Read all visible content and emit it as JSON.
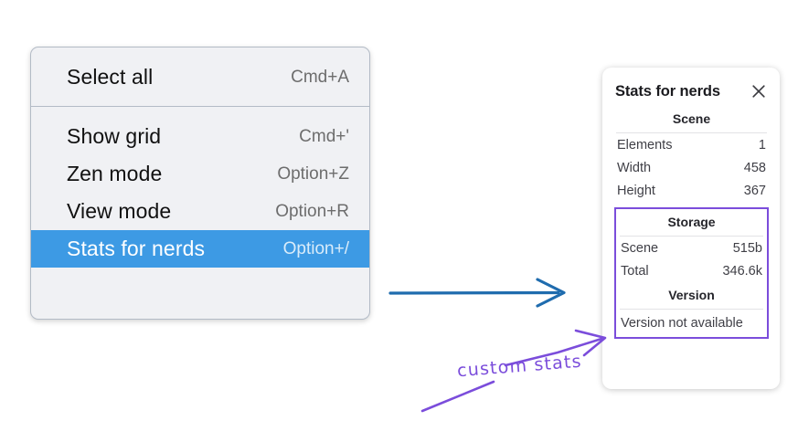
{
  "context_menu": {
    "groups": [
      {
        "items": [
          {
            "label": "Select all",
            "shortcut": "Cmd+A",
            "selected": false
          }
        ]
      },
      {
        "items": [
          {
            "label": "Show grid",
            "shortcut": "Cmd+'",
            "selected": false
          },
          {
            "label": "Zen mode",
            "shortcut": "Option+Z",
            "selected": false
          },
          {
            "label": "View mode",
            "shortcut": "Option+R",
            "selected": false
          },
          {
            "label": "Stats for nerds",
            "shortcut": "Option+/",
            "selected": true
          }
        ]
      }
    ],
    "selected_highlight_color": "#3d9ae4",
    "background_color": "#f0f1f4",
    "border_color": "#b3bbc6"
  },
  "stats_panel": {
    "title": "Stats for nerds",
    "close_icon": "close-icon",
    "sections": [
      {
        "name": "scene",
        "heading": "Scene",
        "highlighted": false,
        "rows": [
          {
            "label": "Elements",
            "value": "1"
          },
          {
            "label": "Width",
            "value": "458"
          },
          {
            "label": "Height",
            "value": "367"
          }
        ]
      },
      {
        "name": "storage",
        "heading": "Storage",
        "highlighted": true,
        "rows": [
          {
            "label": "Scene",
            "value": "515b"
          },
          {
            "label": "Total",
            "value": "346.6k"
          }
        ]
      },
      {
        "name": "version",
        "heading": "Version",
        "highlighted": true,
        "single_line": "Version not available"
      }
    ],
    "highlight_border_color": "#7b4ddb"
  },
  "annotations": {
    "blue_arrow": {
      "name": "flow-arrow",
      "color": "#1f6cae"
    },
    "purple_note": {
      "text": "custom stats",
      "color": "#7b4ddb"
    }
  }
}
